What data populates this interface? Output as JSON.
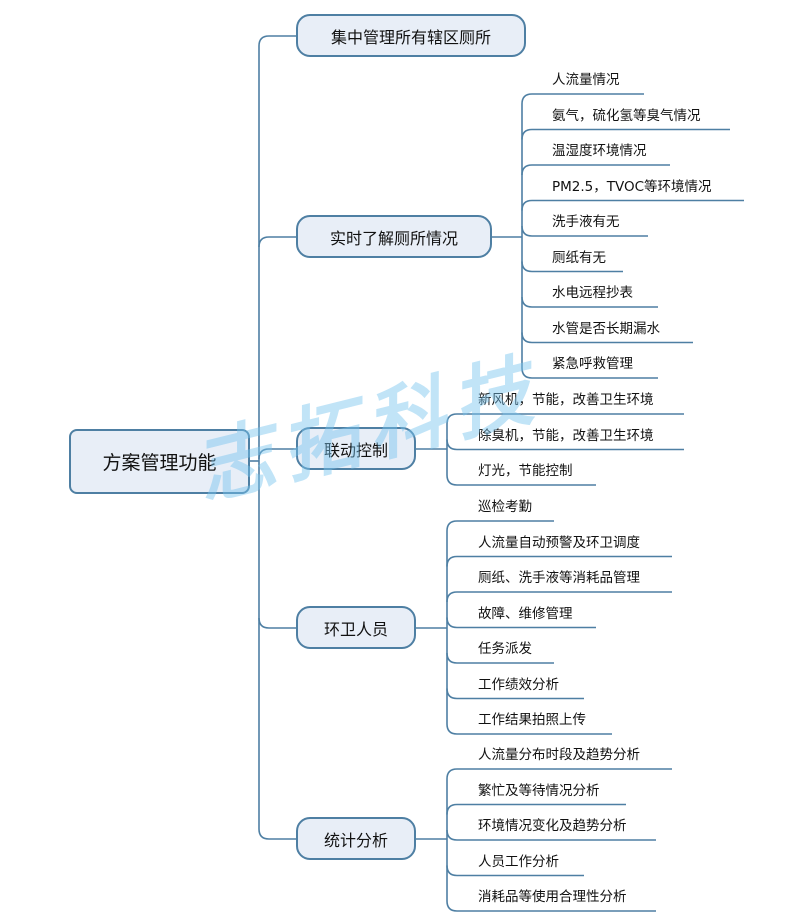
{
  "root": "方案管理功能",
  "branches": [
    {
      "label": "集中管理所有辖区厕所",
      "items": []
    },
    {
      "label": "实时了解厕所情况",
      "items": [
        "人流量情况",
        "氨气，硫化氢等臭气情况",
        "温湿度环境情况",
        "PM2.5，TVOC等环境情况",
        "洗手液有无",
        "厕纸有无",
        "水电远程抄表",
        "水管是否长期漏水",
        "紧急呼救管理"
      ]
    },
    {
      "label": "联动控制",
      "items": [
        "新风机，节能，改善卫生环境",
        "除臭机，节能，改善卫生环境",
        "灯光，节能控制"
      ]
    },
    {
      "label": "环卫人员",
      "items": [
        "巡检考勤",
        "人流量自动预警及环卫调度",
        "厕纸、洗手液等消耗品管理",
        "故障、维修管理",
        "任务派发",
        "工作绩效分析",
        "工作结果拍照上传"
      ]
    },
    {
      "label": "统计分析",
      "items": [
        "人流量分布时段及趋势分析",
        "繁忙及等待情况分析",
        "环境情况变化及趋势分析",
        "人员工作分析",
        "消耗品等使用合理性分析"
      ]
    }
  ],
  "watermark": "志拓科技",
  "colors": {
    "line": "#4e7fa3",
    "node_fill": "#e8eef7",
    "watermark": "#77c4ef"
  }
}
